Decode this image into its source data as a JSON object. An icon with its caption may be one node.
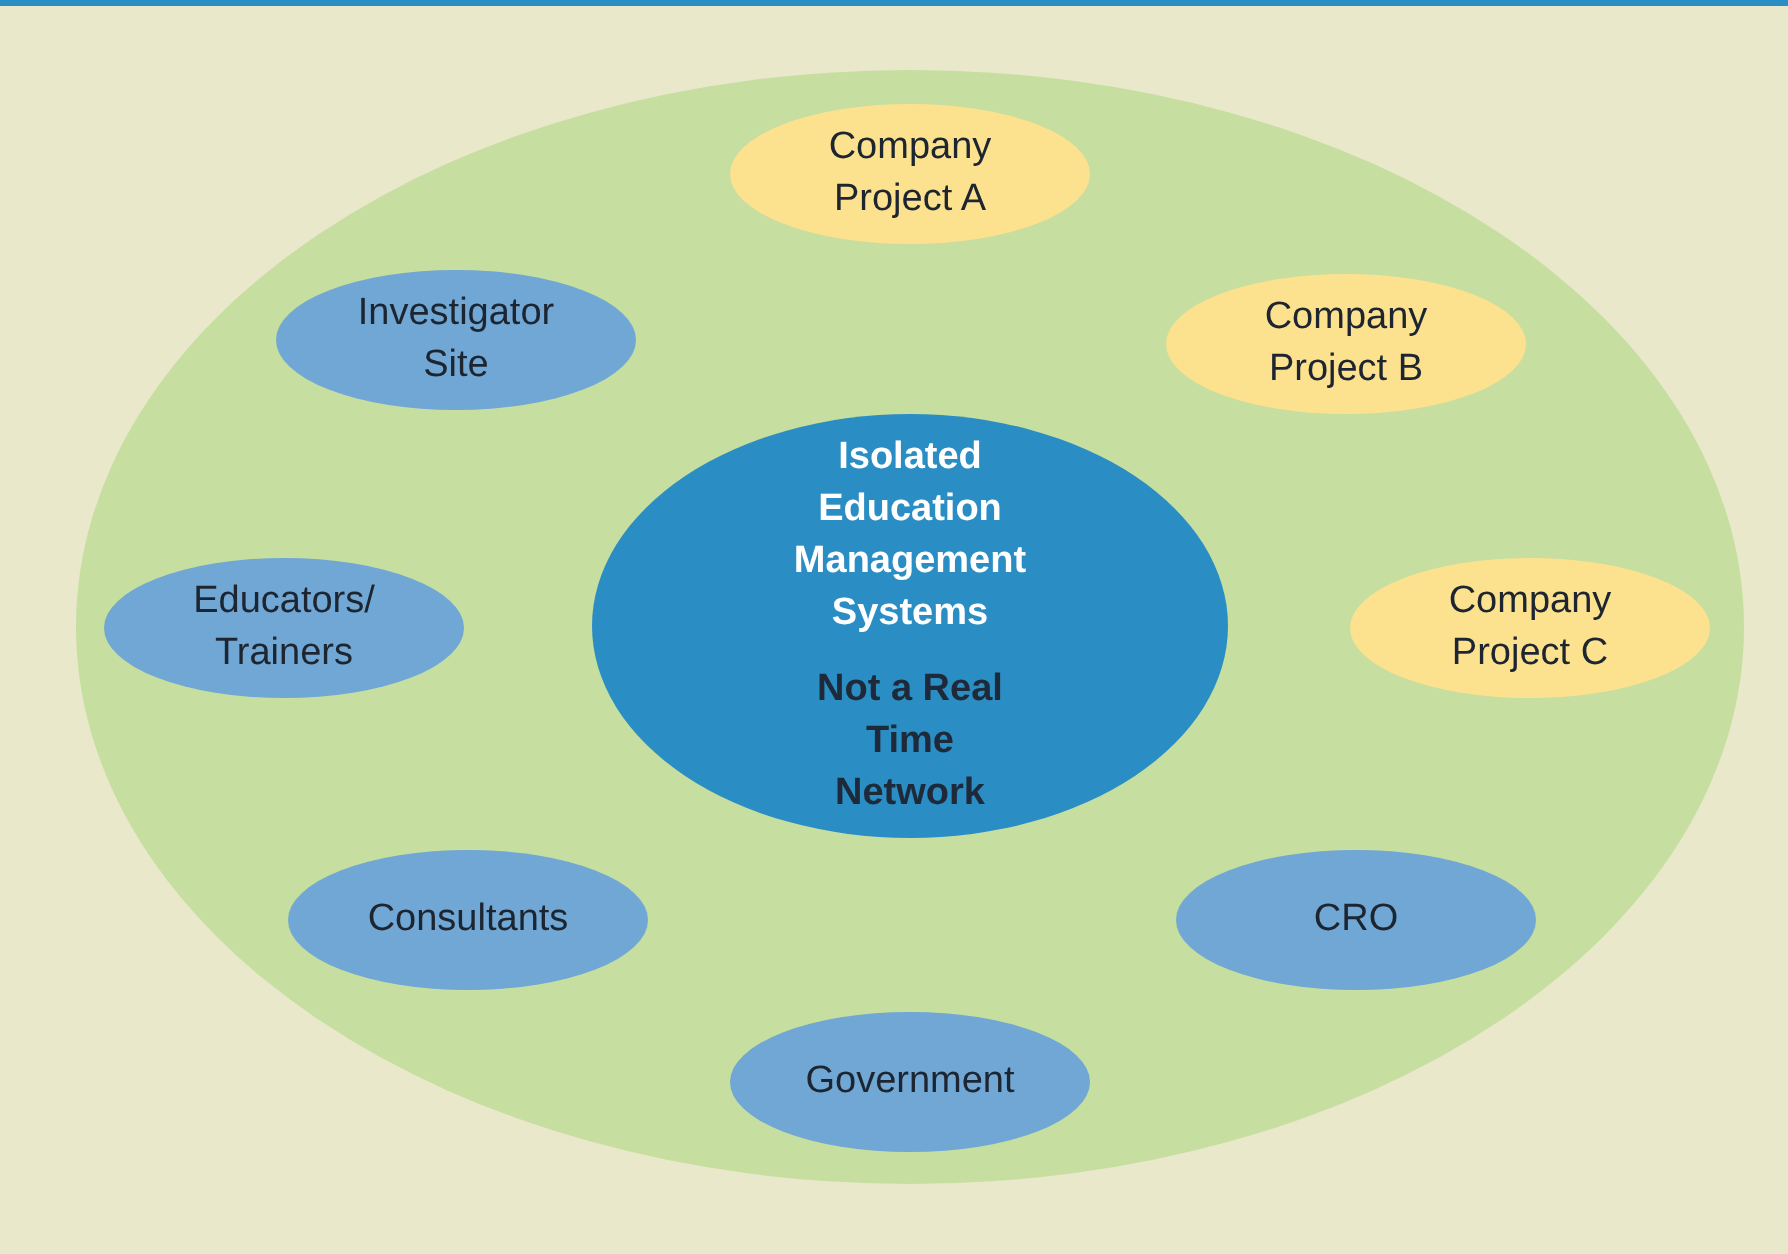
{
  "diagram": {
    "nodes": [
      {
        "text": [],
        "shape": "ellipse"
      },
      {
        "text": [
          "Company Project A"
        ],
        "in": 0
      },
      {
        "text": [
          "Investigator Site"
        ],
        "in": 0
      },
      {
        "text": [
          "Company Project B"
        ],
        "in": 0
      },
      {
        "text": [
          "Isolated Education Management Systems",
          "Not a Real Time Network"
        ],
        "in": 0
      },
      {
        "text": [
          "Educators/ Trainers"
        ],
        "in": 0
      },
      {
        "text": [
          "Company Project C"
        ],
        "in": 0
      },
      {
        "text": [
          "Consultants"
        ],
        "in": 0
      },
      {
        "text": [
          "CRO"
        ],
        "in": 0
      },
      {
        "text": [
          "Government"
        ],
        "in": 0
      }
    ]
  }
}
